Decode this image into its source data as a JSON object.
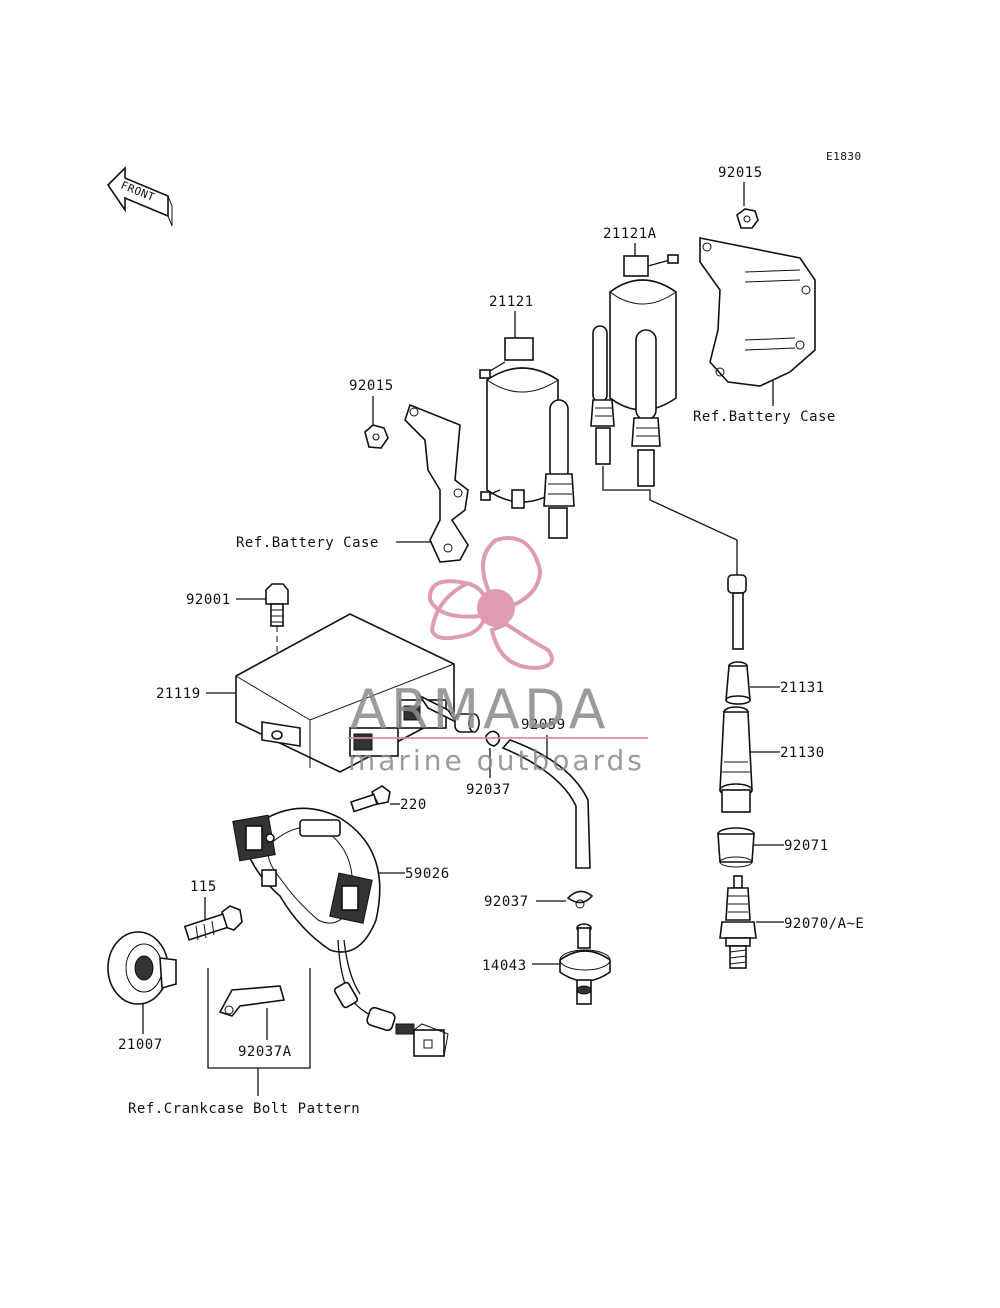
{
  "diagram_code": "E1830",
  "front_label": "FRONT",
  "labels": {
    "p92015_top": "92015",
    "p21121A": "21121A",
    "p21121": "21121",
    "p92015_left": "92015",
    "ref_battery_case_right": "Ref.Battery Case",
    "ref_battery_case_left": "Ref.Battery Case",
    "p92001": "92001",
    "p21119": "21119",
    "p92059": "92059",
    "p92037_a": "92037",
    "p220": "220",
    "p59026": "59026",
    "p115": "115",
    "p21007": "21007",
    "p92037A": "92037A",
    "ref_crankcase": "Ref.Crankcase Bolt Pattern",
    "p92037_b": "92037",
    "p14043": "14043",
    "p21131": "21131",
    "p21130": "21130",
    "p92071": "92071",
    "p92070": "92070/A~E"
  },
  "watermark": {
    "brand": "ARMADA",
    "tagline": "marine outboards",
    "color": "#d98aa8"
  }
}
